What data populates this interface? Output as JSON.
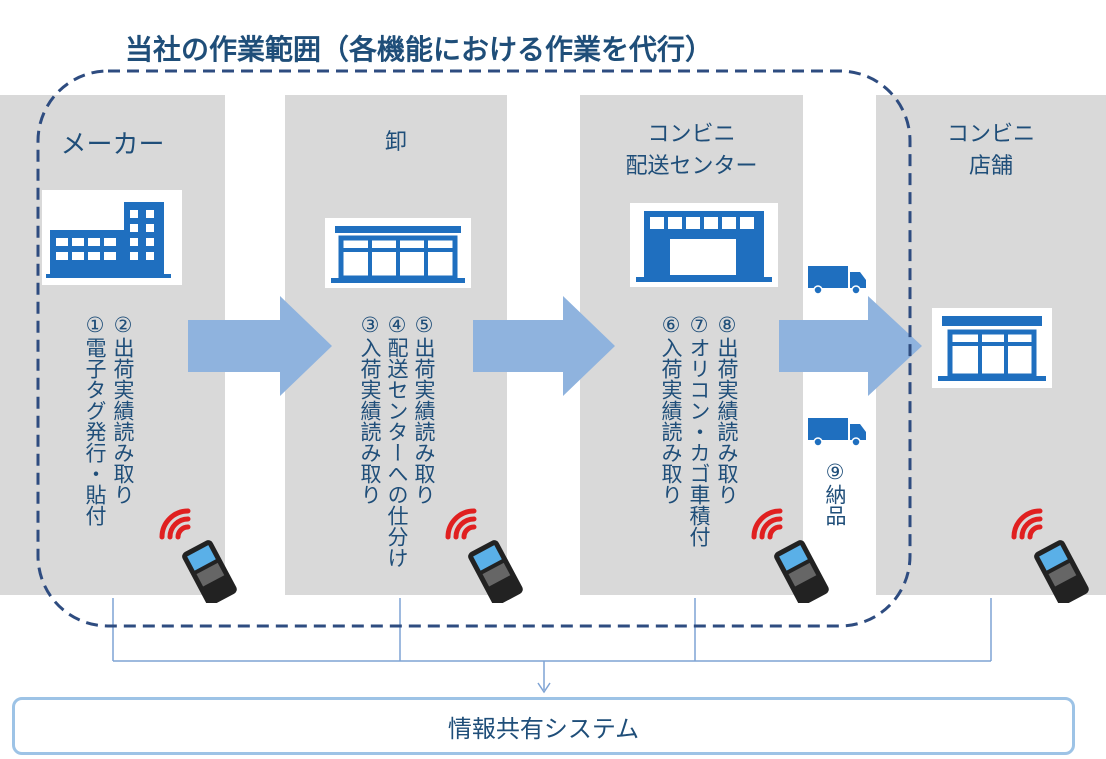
{
  "title": "当社の作業範囲（各機能における作業を代行）",
  "stages": [
    {
      "name": "メーカー",
      "steps": [
        "①電子タグ発行・貼付",
        "②出荷実績読み取り"
      ]
    },
    {
      "name": "卸",
      "steps": [
        "③入荷実績読み取り",
        "④配送センターへの仕分け",
        "⑤出荷実績読み取り"
      ]
    },
    {
      "name_line1": "コンビニ",
      "name_line2": "配送センター",
      "steps": [
        "⑥入荷実績読み取り",
        "⑦オリコン・カゴ車積付",
        "⑧出荷実績読み取り"
      ]
    },
    {
      "name_line1": "コンビニ",
      "name_line2": "店舗"
    }
  ],
  "delivery_step": "⑨納品",
  "system": "情報共有システム",
  "icons": {
    "factory": "factory-building-icon",
    "warehouse": "warehouse-icon",
    "distribution_center": "distribution-center-icon",
    "store": "store-icon",
    "truck": "truck-icon",
    "rfid_reader": "rfid-reader-icon",
    "arrow": "flow-arrow"
  },
  "colors": {
    "panel": "#d9d9d9",
    "text": "#1f4e79",
    "icon_blue": "#1f6fbf",
    "arrow": "#8fb3de",
    "dashed_border": "#2e4c80",
    "system_border": "#9dc3e6",
    "connector": "#7ea3d4",
    "signal": "#e02020"
  }
}
